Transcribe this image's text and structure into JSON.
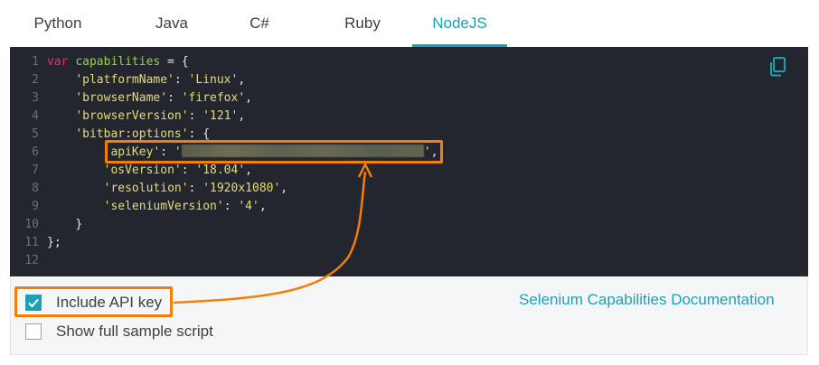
{
  "tabs": [
    {
      "label": "Python"
    },
    {
      "label": "Java"
    },
    {
      "label": "C#"
    },
    {
      "label": "Ruby"
    },
    {
      "label": "NodeJS",
      "active": true
    }
  ],
  "code": {
    "line_numbers": [
      "1",
      "2",
      "3",
      "4",
      "5",
      "6",
      "7",
      "8",
      "9",
      "10",
      "11",
      "12"
    ],
    "l1": {
      "keyword": "var",
      "name": "capabilities",
      "rest": " = {"
    },
    "l2": {
      "key": "'platformName'",
      "sep": ": ",
      "value": "'Linux'",
      "end": ","
    },
    "l3": {
      "key": "'browserName'",
      "sep": ": ",
      "value": "'firefox'",
      "end": ","
    },
    "l4": {
      "key": "'browserVersion'",
      "sep": ": ",
      "value": "'121'",
      "end": ","
    },
    "l5": {
      "key": "'bitbar:options'",
      "sep": ": {"
    },
    "l6": {
      "key": "'apiKey'",
      "sep": ": ",
      "value_open": "'",
      "value_close": "'",
      "end": ","
    },
    "l7": {
      "key": "'osVersion'",
      "sep": ": ",
      "value": "'18.04'",
      "end": ","
    },
    "l8": {
      "key": "'resolution'",
      "sep": ": ",
      "value": "'1920x1080'",
      "end": ","
    },
    "l9": {
      "key": "'seleniumVersion'",
      "sep": ": ",
      "value": "'4'",
      "end": ","
    },
    "l10": "}",
    "l11": "};",
    "l12": ""
  },
  "options": {
    "include_api_key": {
      "label": "Include API key",
      "checked": true
    },
    "show_full_script": {
      "label": "Show full sample script",
      "checked": false
    }
  },
  "doc_link": "Selenium Capabilities Documentation",
  "colors": {
    "accent": "#1ba1b5",
    "highlight": "#f27f0c",
    "code_bg": "#23262e"
  },
  "icons": {
    "copy": "copy-icon",
    "check": "checkmark-icon"
  }
}
